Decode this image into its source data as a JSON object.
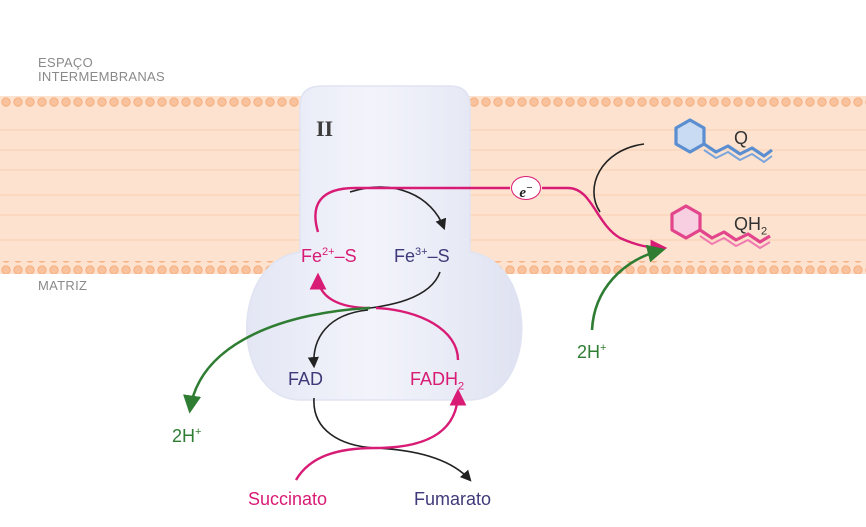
{
  "regions": {
    "intermembrane_line1": "ESPAÇO",
    "intermembrane_line2": "INTERMEMBRANAS",
    "matrix": "MATRIZ"
  },
  "complex": {
    "label": "II"
  },
  "cofactors": {
    "fe2_base": "Fe",
    "fe2_charge": "2+",
    "fe2_suffix": "–S",
    "fe3_base": "Fe",
    "fe3_charge": "3+",
    "fe3_suffix": "–S",
    "fad": "FAD",
    "fadh2_base": "FADH",
    "fadh2_sub": "2"
  },
  "electron": {
    "symbol": "e",
    "charge": "−"
  },
  "quinones": {
    "q": "Q",
    "qh2_base": "QH",
    "qh2_sub": "2"
  },
  "protons": {
    "left_base": "2H",
    "left_charge": "+",
    "right_base": "2H",
    "right_charge": "+"
  },
  "substrates": {
    "succinate": "Succinato",
    "fumarate": "Fumarato"
  },
  "colors": {
    "pink": "#d81b75",
    "navy": "#3f3a7a",
    "green": "#2f7d32",
    "membrane": "#fbd5b8",
    "complex": "#eceef8",
    "quinone_blue": "#5b8ed0"
  }
}
